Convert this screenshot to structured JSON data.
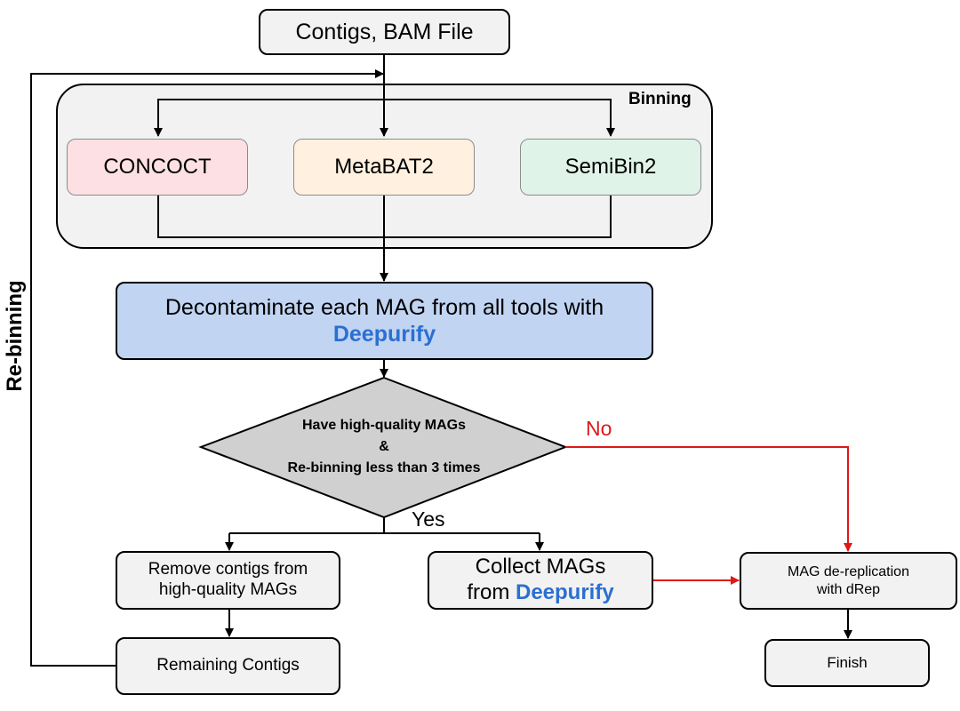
{
  "nodes": {
    "input": "Contigs, BAM File",
    "binning_group": "Binning",
    "concoct": "CONCOCT",
    "metabat2": "MetaBAT2",
    "semibin2": "SemiBin2",
    "decontaminate": {
      "line1": "Decontaminate each MAG from all tools with",
      "tool": "Deepurify"
    },
    "decision": {
      "line1": "Have high-quality MAGs",
      "line2": "&",
      "line3": "Re-binning less than 3 times"
    },
    "remove": {
      "line1": "Remove contigs from",
      "line2": "high-quality MAGs"
    },
    "collect": {
      "line1": "Collect MAGs",
      "line2_prefix": "from ",
      "tool": "Deepurify"
    },
    "derep": {
      "line1": "MAG de-replication",
      "line2": "with dRep"
    },
    "remaining": "Remaining Contigs",
    "finish": "Finish"
  },
  "edges": {
    "yes_label": "Yes",
    "no_label": "No",
    "rebinning_label": "Re-binning"
  },
  "colors": {
    "concoct_fill": "#fde0e3",
    "metabat2_fill": "#fff0df",
    "semibin2_fill": "#e0f3e9",
    "decontaminate_fill": "#c1d4f2",
    "decision_fill": "#d0d0d0",
    "group_fill": "#f2f2f2",
    "highlight_text": "#2b6fd1",
    "no_edge": "#e01818"
  }
}
